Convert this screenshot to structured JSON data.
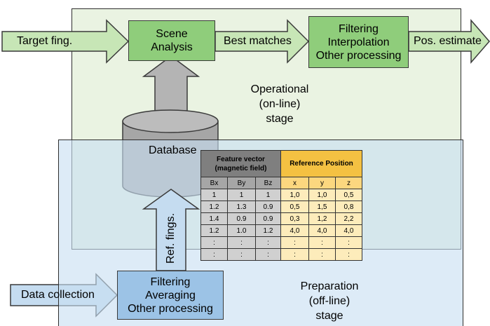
{
  "stages": {
    "operational": "Operational\n(on-line)\nstage",
    "preparation": "Preparation\n(off-line)\nstage"
  },
  "inputs": {
    "target_fingerprint": "Target fing.",
    "data_collection": "Data collection"
  },
  "blocks": {
    "scene_analysis": "Scene\nAnalysis",
    "post_filtering": "Filtering\nInterpolation\nOther processing",
    "pre_processing": "Filtering\nAveraging\nOther processing"
  },
  "flows": {
    "best_matches": "Best matches",
    "position_estimate": "Pos. estimate",
    "reference_fingerprints": "Ref. fings."
  },
  "database": {
    "label": "Database"
  },
  "table": {
    "feature_header": "Feature vector\n(magnetic field)",
    "reference_header": "Reference Position",
    "feature_columns": [
      "Bx",
      "By",
      "Bz"
    ],
    "reference_columns": [
      "x",
      "y",
      "z"
    ],
    "rows": [
      [
        "1",
        "1",
        "1",
        "1,0",
        "1,0",
        "0,5"
      ],
      [
        "1.2",
        "1.3",
        "0.9",
        "0,5",
        "1,5",
        "0,8"
      ],
      [
        "1.4",
        "0.9",
        "0.9",
        "0,3",
        "1,2",
        "2,2"
      ],
      [
        "1.2",
        "1.0",
        "1.2",
        "4,0",
        "4,0",
        "4,0"
      ],
      [
        ":",
        ":",
        ":",
        ":",
        ":",
        ":"
      ],
      [
        ":",
        ":",
        ":",
        ":",
        ":",
        ":"
      ]
    ]
  },
  "colors": {
    "operational_bg": "#eaf3e2",
    "preparation_bg": "#c8def2",
    "green_block": "#8fcd7b",
    "green_arrow": "#c7e6b6",
    "blue_block": "#9cc3e6",
    "blue_arrow": "#c5dcf0",
    "database_gray": "#a6a6a6",
    "feature_header": "#7f7f7f",
    "reference_header": "#f4c142"
  }
}
